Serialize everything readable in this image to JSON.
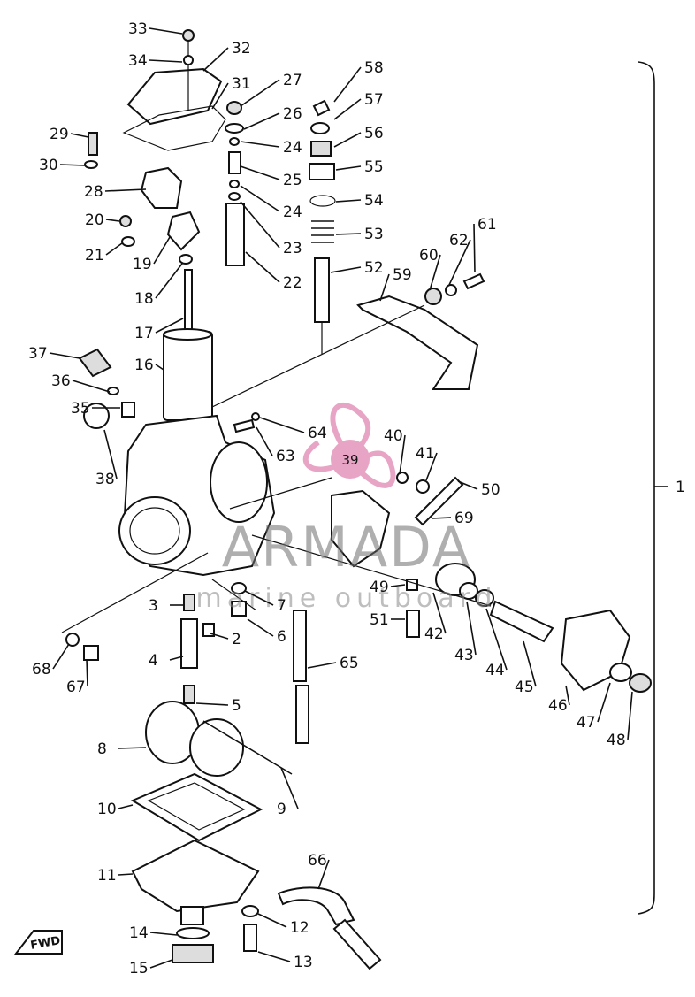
{
  "watermark": {
    "brand": "ARMADA",
    "tagline": "marine outboard",
    "badge": "39",
    "color": "#e8a4c4"
  },
  "assembly_label": "1",
  "direction_label": "FWD",
  "callouts": [
    "2",
    "3",
    "4",
    "5",
    "6",
    "7",
    "8",
    "9",
    "10",
    "11",
    "12",
    "13",
    "14",
    "15",
    "16",
    "17",
    "18",
    "19",
    "20",
    "21",
    "22",
    "23",
    "24",
    "24",
    "25",
    "26",
    "27",
    "28",
    "29",
    "30",
    "31",
    "32",
    "33",
    "34",
    "35",
    "36",
    "37",
    "38",
    "40",
    "41",
    "42",
    "43",
    "44",
    "45",
    "46",
    "47",
    "48",
    "49",
    "50",
    "51",
    "52",
    "53",
    "54",
    "55",
    "56",
    "57",
    "58",
    "59",
    "60",
    "61",
    "62",
    "63",
    "64",
    "65",
    "66",
    "67",
    "68",
    "69"
  ]
}
